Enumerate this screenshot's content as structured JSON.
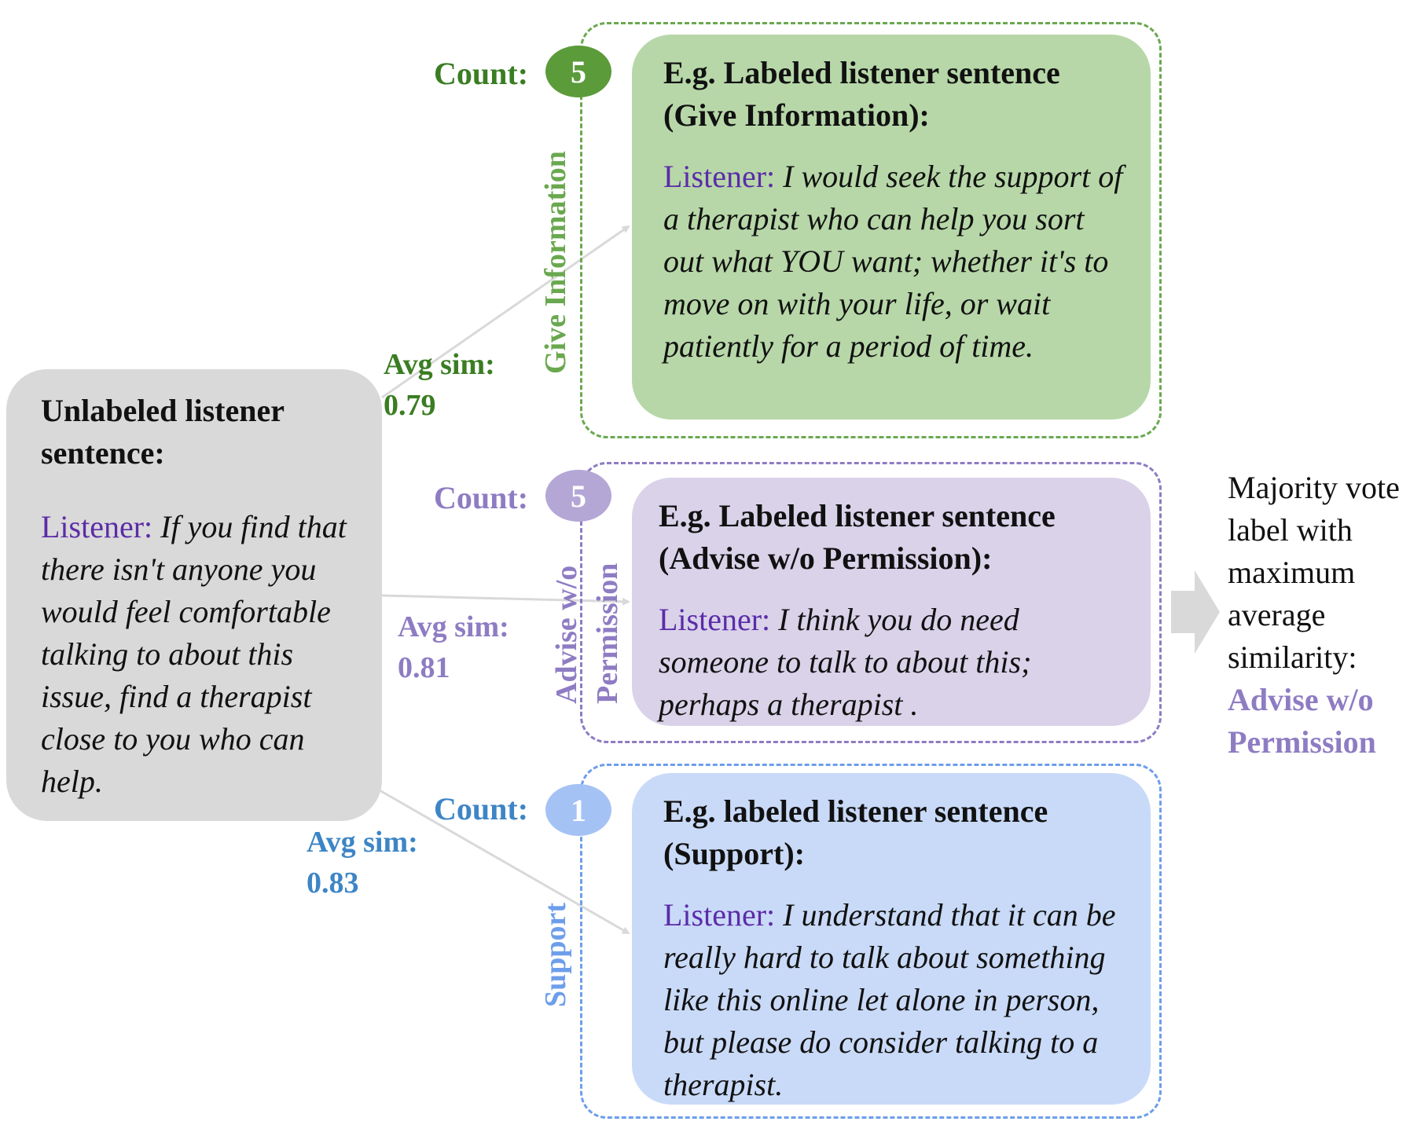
{
  "colors": {
    "green": "#3a7d22",
    "green_fill": "#b7d7a8",
    "green_frame": "#6aa84f",
    "purple": "#8e7cc3",
    "purple_fill": "#d9d2e9",
    "purple_frame": "#8e7cc3",
    "blue": "#3d85c6",
    "blue_fill": "#c9daf8",
    "blue_frame": "#6d9eeb",
    "blue_badge": "#a4c2f4",
    "speaker": "#5b2ca8",
    "gray_fill": "#d9d9d9",
    "arrow": "#d9d9d9"
  },
  "unlabeled": {
    "title": "Unlabeled listener sentence:",
    "speaker": "Listener:",
    "text": "If you find that there isn't anyone you would feel comfortable talking to about this issue, find a therapist close to you who can help."
  },
  "groups": [
    {
      "key": "give_information",
      "category": "Give Information",
      "count_label": "Count:",
      "count": "5",
      "avg_label": "Avg sim:",
      "avg": "0.79",
      "example_title": "E.g. Labeled listener sentence (Give Information):",
      "speaker": "Listener:",
      "example_text": "I would seek the support of a therapist who can help you sort out what YOU want; whether it's to move on with your life, or wait patiently for a period of time."
    },
    {
      "key": "advise_wo_permission",
      "category_line1": "Advise w/o",
      "category_line2": "Permission",
      "count_label": "Count:",
      "count": "5",
      "avg_label": "Avg sim:",
      "avg": "0.81",
      "example_title": "E.g. Labeled listener sentence (Advise w/o Permission):",
      "speaker": "Listener:",
      "example_text": "I think you do need someone to talk to about this; perhaps a therapist ."
    },
    {
      "key": "support",
      "category": "Support",
      "count_label": "Count:",
      "count": "1",
      "avg_label": "Avg sim:",
      "avg": "0.83",
      "example_title": "E.g. labeled listener sentence (Support):",
      "speaker": "Listener:",
      "example_text": "I understand that it can be really hard to talk about something like this online let alone in person, but please do consider talking to a therapist."
    }
  ],
  "result": {
    "description": "Majority vote label with maximum average similarity:",
    "label": "Advise w/o Permission"
  }
}
